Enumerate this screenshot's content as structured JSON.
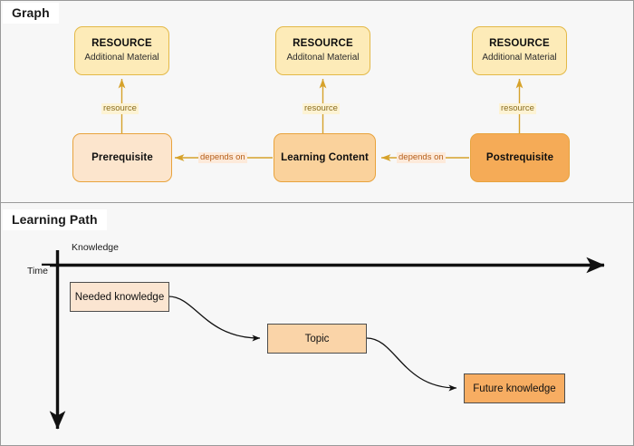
{
  "sections": [
    {
      "id": "graph",
      "title": "Graph"
    },
    {
      "id": "learning_path",
      "title": "Learning Path"
    }
  ],
  "graph": {
    "resources": [
      {
        "title": "RESOURCE",
        "subtitle": "Additional Material"
      },
      {
        "title": "RESOURCE",
        "subtitle": "Additonal Material"
      },
      {
        "title": "RESOURCE",
        "subtitle": "Additional Material"
      }
    ],
    "steps": [
      {
        "label": "Prerequisite",
        "tone": "light"
      },
      {
        "label": "Learning Content",
        "tone": "mid"
      },
      {
        "label": "Postrequisite",
        "tone": "dark"
      }
    ],
    "edge_labels": {
      "resource": "resource",
      "depends_on": "depends on"
    },
    "resource_edges": [
      "resource",
      "resource",
      "resource"
    ],
    "depends_edges": [
      "depends on",
      "depends on"
    ]
  },
  "learning_path": {
    "axes": {
      "horizontal": "Knowledge",
      "vertical": "Time"
    },
    "boxes": [
      {
        "label": "Needed knowledge",
        "tone": "l1"
      },
      {
        "label": "Topic",
        "tone": "l2"
      },
      {
        "label": "Future knowledge",
        "tone": "l3"
      }
    ]
  },
  "colors": {
    "background": "#f7f7f7",
    "frame": "#9a9a9a",
    "resource_fill": "#fdebb8",
    "resource_border": "#e3b948",
    "step_light": "#fce5cd",
    "step_mid": "#fad29c",
    "step_dark": "#f5ab57",
    "step_border": "#e8a33d",
    "edge_arrow": "#d6a22b",
    "path_border": "#4d4d4d",
    "axis": "#111111"
  }
}
